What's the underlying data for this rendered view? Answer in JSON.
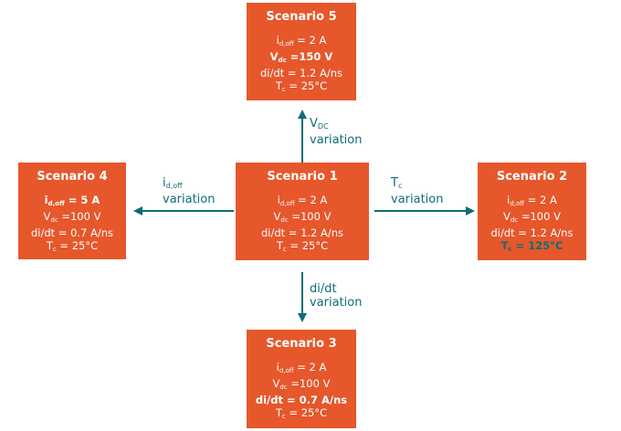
{
  "colors": {
    "box": "#E6572B",
    "text": "#FFFFFF",
    "accent": "#0E6C76"
  },
  "scenarios": {
    "s5": {
      "title": "Scenario 5",
      "lines": [
        {
          "pre": "i",
          "sub": "d,off",
          "post": " = 2 A",
          "hl": ""
        },
        {
          "pre": "V",
          "sub": "dc",
          "post": " =150 V",
          "hl": "white"
        },
        {
          "pre": "di/dt = 1.2 A/ns",
          "sub": "",
          "post": "",
          "hl": ""
        },
        {
          "pre": "T",
          "sub": "c",
          "post": " = 25°C",
          "hl": ""
        }
      ]
    },
    "s4": {
      "title": "Scenario 4",
      "lines": [
        {
          "pre": "i",
          "sub": "d,off",
          "post": " = 5 A",
          "hl": "white"
        },
        {
          "pre": "V",
          "sub": "dc",
          "post": " =100 V",
          "hl": ""
        },
        {
          "pre": "di/dt = 0.7 A/ns",
          "sub": "",
          "post": "",
          "hl": ""
        },
        {
          "pre": "T",
          "sub": "c",
          "post": " = 25°C",
          "hl": ""
        }
      ]
    },
    "s1": {
      "title": "Scenario 1",
      "lines": [
        {
          "pre": "i",
          "sub": "d,off",
          "post": " = 2 A",
          "hl": ""
        },
        {
          "pre": "V",
          "sub": "dc",
          "post": " =100 V",
          "hl": ""
        },
        {
          "pre": "di/dt = 1.2 A/ns",
          "sub": "",
          "post": "",
          "hl": ""
        },
        {
          "pre": "T",
          "sub": "c",
          "post": " = 25°C",
          "hl": ""
        }
      ]
    },
    "s2": {
      "title": "Scenario 2",
      "lines": [
        {
          "pre": "i",
          "sub": "d,off",
          "post": " = 2 A",
          "hl": ""
        },
        {
          "pre": "V",
          "sub": "dc",
          "post": " =100 V",
          "hl": ""
        },
        {
          "pre": "di/dt = 1.2 A/ns",
          "sub": "",
          "post": "",
          "hl": ""
        },
        {
          "pre": "T",
          "sub": "c",
          "post": " = 125°C",
          "hl": "teal"
        }
      ]
    },
    "s3": {
      "title": "Scenario 3",
      "lines": [
        {
          "pre": "i",
          "sub": "d,off",
          "post": " = 2 A",
          "hl": ""
        },
        {
          "pre": "V",
          "sub": "dc",
          "post": " =100 V",
          "hl": ""
        },
        {
          "pre": "di/dt = 0.7 A/ns",
          "sub": "",
          "post": "",
          "hl": "white"
        },
        {
          "pre": "T",
          "sub": "c",
          "post": " = 25°C",
          "hl": ""
        }
      ]
    }
  },
  "arrows": {
    "up": {
      "pre": "V",
      "sub": "DC",
      "post": "",
      "word": "variation"
    },
    "left": {
      "pre": "i",
      "sub": "d,off",
      "post": "",
      "word": "variation"
    },
    "right": {
      "pre": "T",
      "sub": "c",
      "post": "",
      "word": "variation"
    },
    "down": {
      "pre": "di/dt",
      "sub": "",
      "post": "",
      "word": "variation"
    }
  }
}
